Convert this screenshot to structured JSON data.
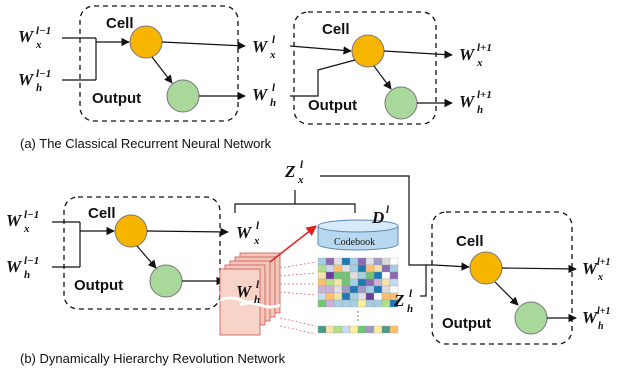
{
  "captions": {
    "a": "(a) The Classical Recurrent Neural Network",
    "b": "(b) Dynamically Hierarchy Revolution Network"
  },
  "labels": {
    "cell": "Cell",
    "output": "Output",
    "codebook": "Codebook"
  },
  "math": {
    "W": "W",
    "Z": "Z",
    "D": "D",
    "x": "x",
    "h": "h",
    "l": "l",
    "l_minus_1": "l−1",
    "l_plus_1": "l+1"
  },
  "colors": {
    "cell_fill": "#f7b500",
    "output_fill": "#a9d99a",
    "stack_fill": "#f3c6b9",
    "highlight_arrow": "#e02020",
    "codebook_fill": "#b8d8f0"
  }
}
